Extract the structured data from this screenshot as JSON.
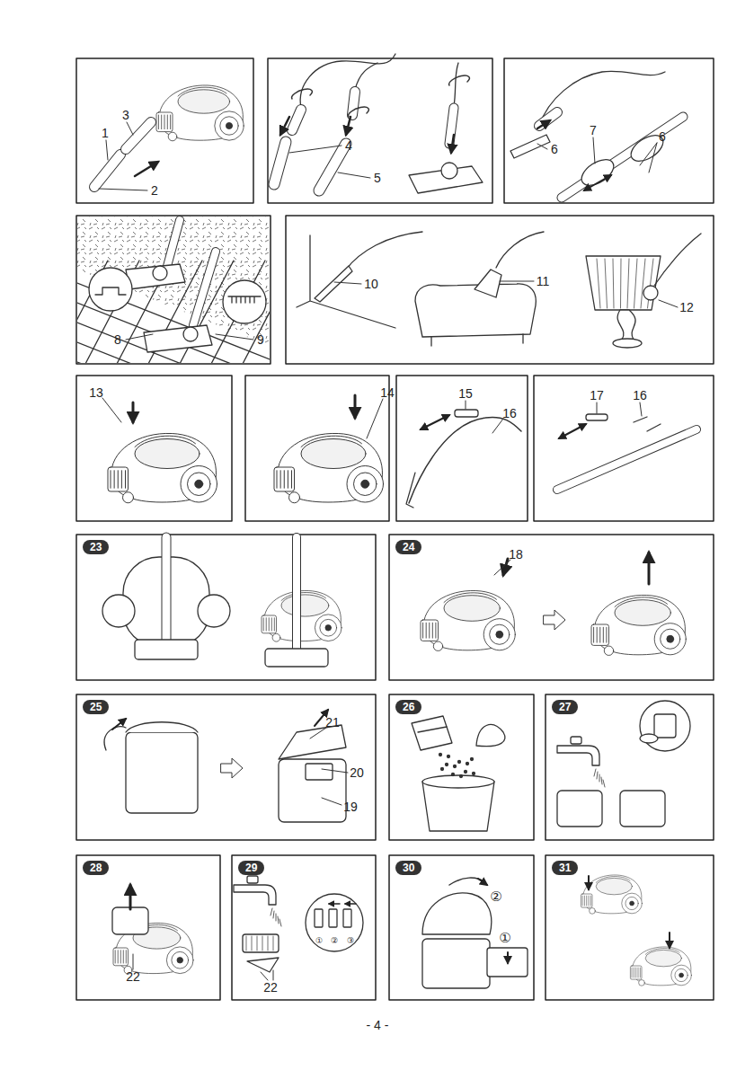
{
  "diagram": {
    "nodes": [
      {
        "text": [
          "23"
        ]
      },
      {
        "text": [
          "24"
        ]
      },
      {
        "text": [
          "25"
        ]
      },
      {
        "text": [
          "26"
        ]
      },
      {
        "text": [
          "27"
        ]
      },
      {
        "text": [
          "28"
        ]
      },
      {
        "text": [
          "29"
        ]
      },
      {
        "text": [
          "30"
        ]
      },
      {
        "text": [
          "31"
        ]
      }
    ],
    "labels": [
      "3",
      "1",
      "2",
      "4",
      "5",
      "7",
      "6",
      "6",
      "8",
      "9",
      "10",
      "11",
      "12",
      "13",
      "14",
      "15",
      "16",
      "17",
      "16",
      "18",
      "21",
      "20",
      "19",
      "22",
      "22",
      "①",
      "②",
      "③",
      "②",
      "①",
      "- 4 -"
    ]
  }
}
